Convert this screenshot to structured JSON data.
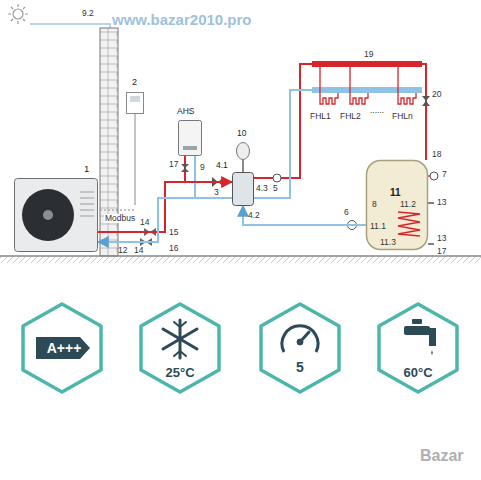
{
  "diagram": {
    "nodes": [
      {
        "text": [
          "1"
        ]
      },
      {
        "text": [
          "2"
        ]
      },
      {
        "text": [
          "AHS"
        ]
      },
      {
        "text": [
          "10"
        ]
      },
      {
        "text": [
          "4.1"
        ]
      },
      {
        "text": [
          "11"
        ]
      },
      {
        "text": [
          "A+++"
        ]
      },
      {
        "text": [
          "25°C"
        ]
      },
      {
        "text": [
          "5"
        ]
      },
      {
        "text": [
          "60°C"
        ]
      }
    ],
    "edges": [
      {
        "from": 0,
        "to": 4,
        "arrow": "to"
      },
      {
        "from": 4,
        "to": 0,
        "arrow": "to"
      },
      {
        "from": 3,
        "to": 4,
        "arrow": "none"
      },
      {
        "from": 5,
        "to": 4,
        "arrow": "to"
      }
    ],
    "labels": [
      "9.2",
      "www.bazar2010.pro",
      "Modbus",
      "12",
      "14",
      "14",
      "15",
      "16",
      "17",
      "9",
      "3",
      "4.2",
      "4.3",
      "5",
      "19",
      "20",
      "FHL1",
      "FHL2",
      "......",
      "FHLn",
      "6",
      "7",
      "8",
      "11.2",
      "18",
      "13",
      "11.1",
      "11.3",
      "13",
      "17",
      "Bazar"
    ]
  }
}
